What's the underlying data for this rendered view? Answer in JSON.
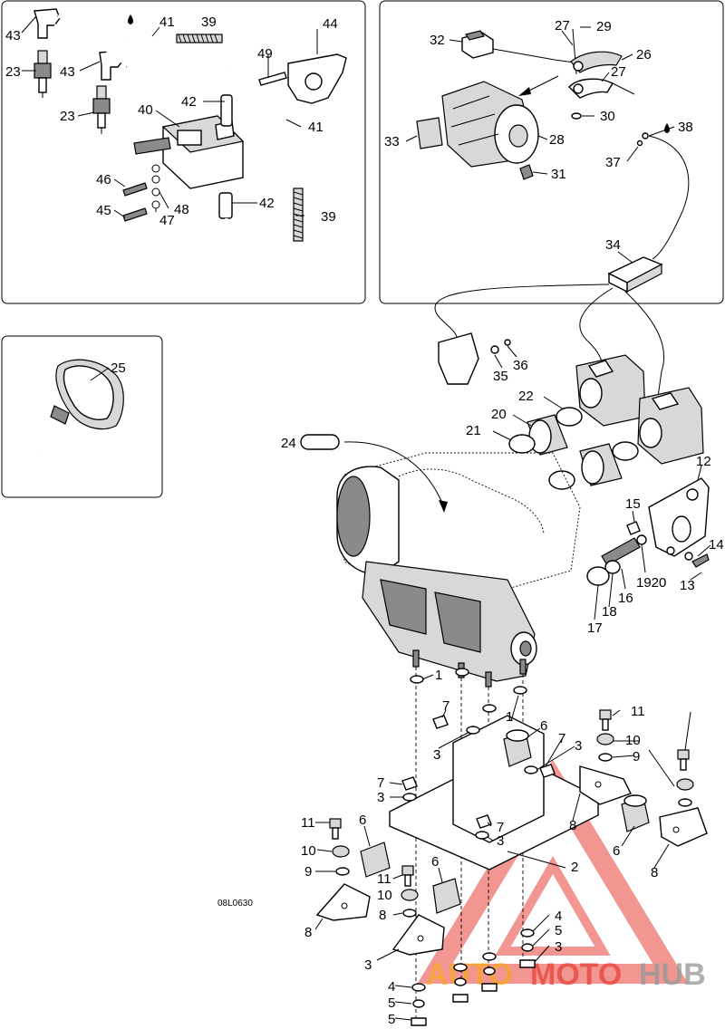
{
  "drawing_code": "08L0630",
  "watermark": {
    "part1": "AUTO",
    "part2": "MOTO",
    "part3": "HUB",
    "red": "#e8413a",
    "orange": "#f6a623",
    "grey": "#9a9a9a"
  },
  "labels": {
    "ignition_panel": [
      {
        "id": "l43a",
        "text": "43"
      },
      {
        "id": "l41a",
        "text": "41"
      },
      {
        "id": "l39a",
        "text": "39"
      },
      {
        "id": "l44",
        "text": "44"
      },
      {
        "id": "l23a",
        "text": "23"
      },
      {
        "id": "l49",
        "text": "49"
      },
      {
        "id": "l43b",
        "text": "43"
      },
      {
        "id": "l42a",
        "text": "42"
      },
      {
        "id": "l40",
        "text": "40"
      },
      {
        "id": "l23b",
        "text": "23"
      },
      {
        "id": "l41b",
        "text": "41"
      },
      {
        "id": "l46",
        "text": "46"
      },
      {
        "id": "l48",
        "text": "48"
      },
      {
        "id": "l45",
        "text": "45"
      },
      {
        "id": "l47",
        "text": "47"
      },
      {
        "id": "l42b",
        "text": "42"
      },
      {
        "id": "l39b",
        "text": "39"
      }
    ],
    "throttle_panel": [
      {
        "id": "l32",
        "text": "32"
      },
      {
        "id": "l27a",
        "text": "27"
      },
      {
        "id": "l29",
        "text": "29"
      },
      {
        "id": "l26",
        "text": "26"
      },
      {
        "id": "l27b",
        "text": "27"
      },
      {
        "id": "l30",
        "text": "30"
      },
      {
        "id": "l28",
        "text": "28"
      },
      {
        "id": "l33",
        "text": "33"
      },
      {
        "id": "l38",
        "text": "38"
      },
      {
        "id": "l37",
        "text": "37"
      },
      {
        "id": "l31",
        "text": "31"
      },
      {
        "id": "l34",
        "text": "34"
      }
    ],
    "cover_panel": [
      {
        "id": "l25",
        "text": "25"
      }
    ],
    "engine": [
      {
        "id": "l35",
        "text": "35"
      },
      {
        "id": "l36",
        "text": "36"
      },
      {
        "id": "l22",
        "text": "22"
      },
      {
        "id": "l20",
        "text": "20"
      },
      {
        "id": "l21",
        "text": "21"
      },
      {
        "id": "l24",
        "text": "24"
      },
      {
        "id": "l12",
        "text": "12"
      },
      {
        "id": "l15",
        "text": "15"
      },
      {
        "id": "l14",
        "text": "14"
      },
      {
        "id": "l1920",
        "text": "1920"
      },
      {
        "id": "l13",
        "text": "13"
      },
      {
        "id": "l16",
        "text": "16"
      },
      {
        "id": "l18",
        "text": "18"
      },
      {
        "id": "l17",
        "text": "17"
      }
    ],
    "mounts": [
      {
        "id": "l1a",
        "text": "1"
      },
      {
        "id": "l1b",
        "text": "1"
      },
      {
        "id": "l7a",
        "text": "7"
      },
      {
        "id": "l6a",
        "text": "6"
      },
      {
        "id": "l11a",
        "text": "11"
      },
      {
        "id": "l7b",
        "text": "7"
      },
      {
        "id": "l3a",
        "text": "3"
      },
      {
        "id": "l3b",
        "text": "3"
      },
      {
        "id": "l10a",
        "text": "10"
      },
      {
        "id": "l9a",
        "text": "9"
      },
      {
        "id": "l7c",
        "text": "7"
      },
      {
        "id": "l3c",
        "text": "3"
      },
      {
        "id": "l8a",
        "text": "8"
      },
      {
        "id": "l11b",
        "text": "11"
      },
      {
        "id": "l6b",
        "text": "6"
      },
      {
        "id": "l7d",
        "text": "7"
      },
      {
        "id": "l3d",
        "text": "3"
      },
      {
        "id": "l6c",
        "text": "6"
      },
      {
        "id": "l10b",
        "text": "10"
      },
      {
        "id": "l11c",
        "text": "11"
      },
      {
        "id": "l6d",
        "text": "6"
      },
      {
        "id": "l2",
        "text": "2"
      },
      {
        "id": "l8b",
        "text": "8"
      },
      {
        "id": "l9b",
        "text": "9"
      },
      {
        "id": "l10c",
        "text": "10"
      },
      {
        "id": "l8c",
        "text": "8"
      },
      {
        "id": "l8d",
        "text": "8"
      },
      {
        "id": "l3e",
        "text": "3"
      },
      {
        "id": "l4a",
        "text": "4"
      },
      {
        "id": "l5a",
        "text": "5"
      },
      {
        "id": "l3f",
        "text": "3"
      },
      {
        "id": "l4b",
        "text": "4"
      },
      {
        "id": "l5b",
        "text": "5"
      }
    ]
  }
}
